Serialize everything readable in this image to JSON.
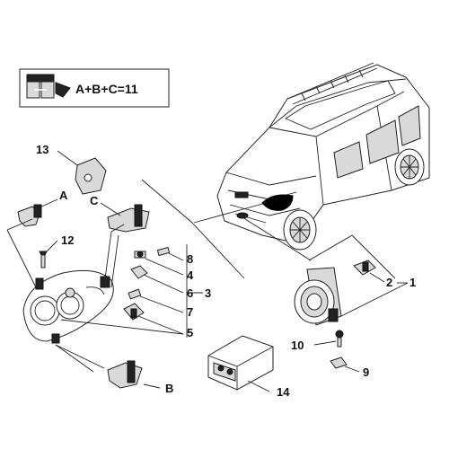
{
  "legend": {
    "formula": "A+B+C=11"
  },
  "callouts": {
    "n1": "1",
    "n2": "2",
    "n3": "3",
    "n4": "4",
    "n5": "5",
    "n6": "6",
    "n7": "7",
    "n8": "8",
    "n9": "9",
    "n10": "10",
    "n12": "12",
    "n13": "13",
    "n14": "14",
    "a": "A",
    "b": "B",
    "c": "C"
  }
}
